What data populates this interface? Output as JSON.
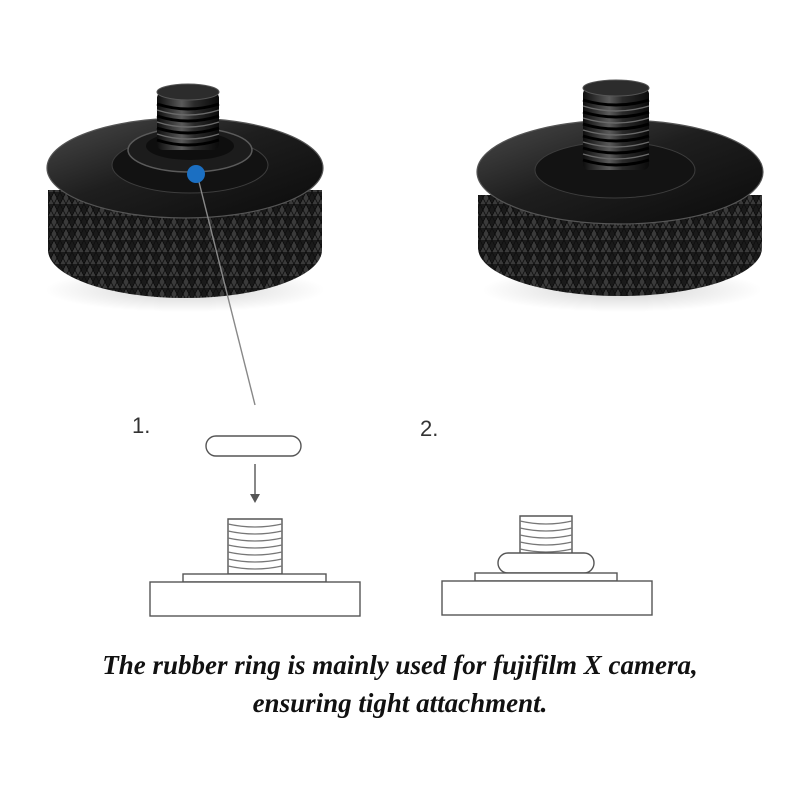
{
  "steps": [
    {
      "label": "1."
    },
    {
      "label": "2."
    }
  ],
  "caption": {
    "line1": "The rubber ring is mainly used for fujifilm X camera,",
    "line2": "ensuring tight attachment."
  },
  "colors": {
    "background": "#ffffff",
    "product": "#151515",
    "indicator_dot": "#1b6fc2",
    "line_art": "#555555"
  },
  "icons": {
    "arrow": "arrow-down-icon",
    "indicator": "blue-dot-icon"
  }
}
